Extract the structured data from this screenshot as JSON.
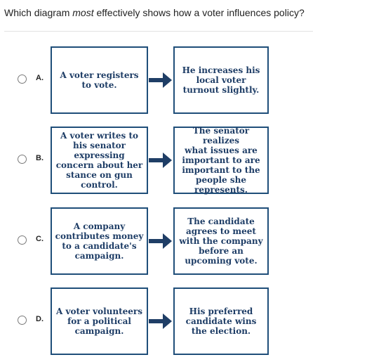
{
  "question": {
    "before": "Which diagram ",
    "emphasis": "most",
    "after": " effectively shows how a voter influences policy?"
  },
  "options": [
    {
      "letter": "A.",
      "left_text": "A voter registers\nto vote.",
      "right_text": "He increases his\nlocal voter\nturnout slightly."
    },
    {
      "letter": "B.",
      "left_text": "A voter writes to\nhis senator\nexpressing\nconcern about her\nstance on gun\ncontrol.",
      "right_text": "The senator realizes\nwhat issues are\nimportant to are\nimportant to the\npeople she\nrepresents."
    },
    {
      "letter": "C.",
      "left_text": "A company\ncontributes money\nto a candidate's\ncampaign.",
      "right_text": "The candidate\nagrees to meet\nwith the company\nbefore an\nupcoming vote."
    },
    {
      "letter": "D.",
      "left_text": "A voter volunteers\nfor a political\ncampaign.",
      "right_text": "His preferred\ncandidate wins\nthe election."
    }
  ],
  "colors": {
    "box_border": "#1f4e79",
    "box_text": "#1e3d66",
    "arrow": "#1f3e66"
  },
  "icons": {
    "radio": "radio-unselected-icon",
    "arrow": "right-arrow-icon"
  }
}
